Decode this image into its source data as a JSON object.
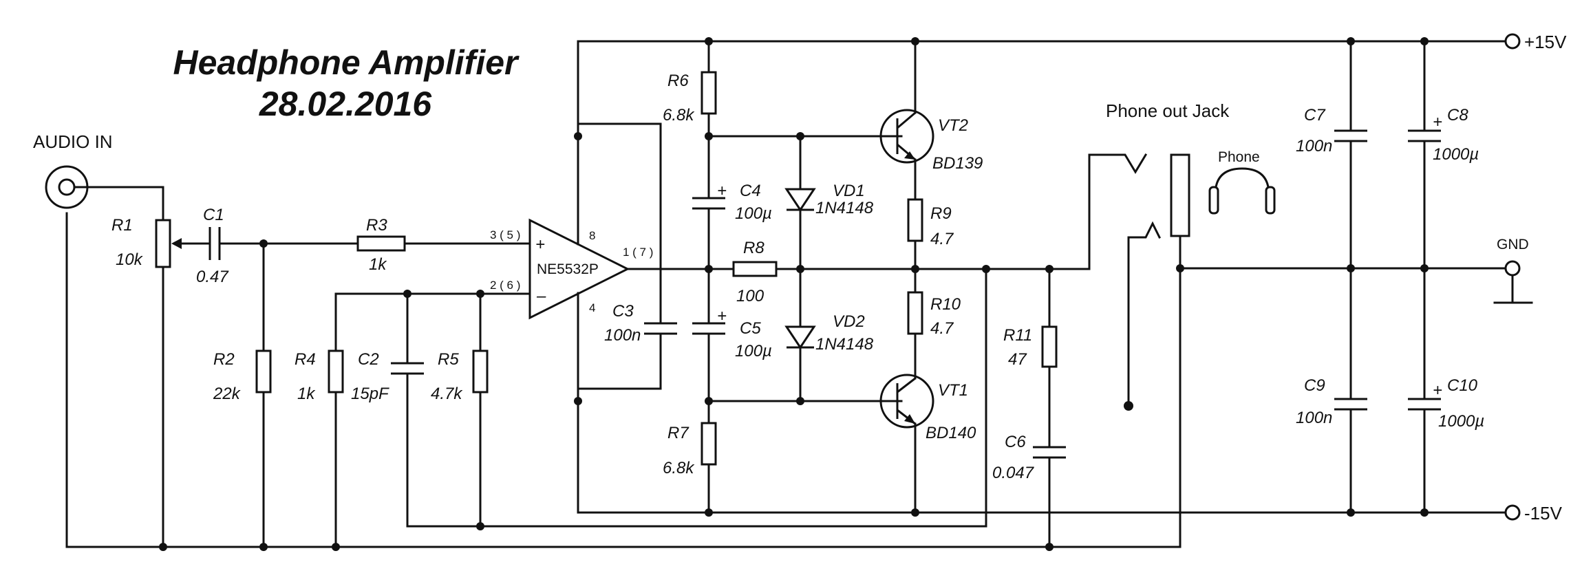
{
  "title": {
    "line1": "Headphone Amplifier",
    "line2": "28.02.2016"
  },
  "labels": {
    "audio_in": "AUDIO IN",
    "phone_out_jack": "Phone out Jack",
    "phone": "Phone",
    "gnd": "GND",
    "plus15": "+15V",
    "minus15": "-15V"
  },
  "opamp": {
    "name": "NE5532P",
    "pin_plus": "3 ( 5 )",
    "pin_minus": "2 ( 6 )",
    "pin_out": "1 ( 7 )",
    "pin_vplus": "8",
    "pin_vminus": "4",
    "sym_plus": "+",
    "sym_minus": "–"
  },
  "components": {
    "r1": {
      "ref": "R1",
      "value": "10k"
    },
    "c1": {
      "ref": "C1",
      "value": "0.47"
    },
    "r3": {
      "ref": "R3",
      "value": "1k"
    },
    "r2": {
      "ref": "R2",
      "value": "22k"
    },
    "r4": {
      "ref": "R4",
      "value": "1k"
    },
    "c2": {
      "ref": "C2",
      "value": "15pF"
    },
    "r5": {
      "ref": "R5",
      "value": "4.7k"
    },
    "c3": {
      "ref": "C3",
      "value": "100n"
    },
    "r6": {
      "ref": "R6",
      "value": "6.8k"
    },
    "r7": {
      "ref": "R7",
      "value": "6.8k"
    },
    "c4": {
      "ref": "C4",
      "value": "100µ"
    },
    "c5": {
      "ref": "C5",
      "value": "100µ"
    },
    "vd1": {
      "ref": "VD1",
      "value": "1N4148"
    },
    "vd2": {
      "ref": "VD2",
      "value": "1N4148"
    },
    "r8": {
      "ref": "R8",
      "value": "100"
    },
    "vt2": {
      "ref": "VT2",
      "value": "BD139"
    },
    "vt1": {
      "ref": "VT1",
      "value": "BD140"
    },
    "r9": {
      "ref": "R9",
      "value": "4.7"
    },
    "r10": {
      "ref": "R10",
      "value": "4.7"
    },
    "r11": {
      "ref": "R11",
      "value": "47"
    },
    "c6": {
      "ref": "C6",
      "value": "0.047"
    },
    "c7": {
      "ref": "C7",
      "value": "100n"
    },
    "c8": {
      "ref": "C8",
      "value": "1000µ"
    },
    "c9": {
      "ref": "C9",
      "value": "100n"
    },
    "c10": {
      "ref": "C10",
      "value": "1000µ"
    }
  },
  "polarity_mark": "+"
}
